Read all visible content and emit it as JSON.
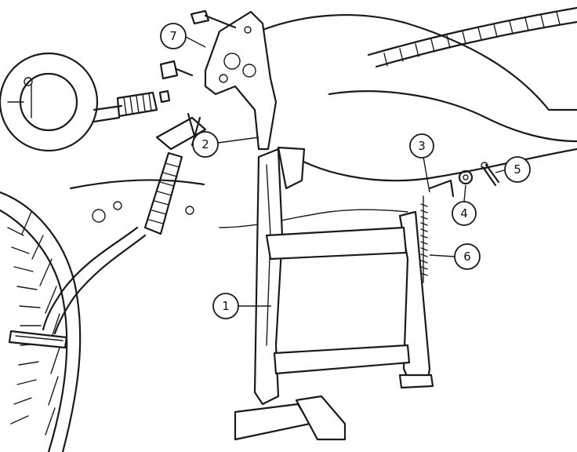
{
  "callouts": [
    {
      "id": "1",
      "label": "1"
    },
    {
      "id": "2",
      "label": "2"
    },
    {
      "id": "3",
      "label": "3"
    },
    {
      "id": "4",
      "label": "4"
    },
    {
      "id": "5",
      "label": "5"
    },
    {
      "id": "6",
      "label": "6"
    },
    {
      "id": "7",
      "label": "7"
    }
  ],
  "colors": {
    "ink": "#1a1a1a",
    "paper": "#ffffff"
  }
}
